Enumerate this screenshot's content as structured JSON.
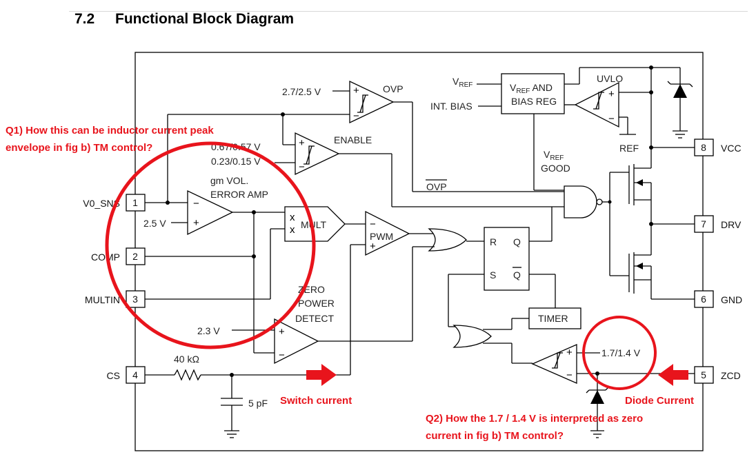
{
  "section": {
    "number": "7.2",
    "title": "Functional Block Diagram"
  },
  "labels": {
    "vref_in": "V",
    "vref_sub": "REF",
    "vref_and": "V",
    "vref_and_sub": "REF",
    "vref_and_tail": " AND",
    "bias_reg": "BIAS REG",
    "int_bias": "INT. BIAS",
    "uvlo": "UVLO",
    "ref": "REF",
    "ovp_thr": "2.7/2.5 V",
    "ovp": "OVP",
    "enable": "ENABLE",
    "en_thr1": "0.67/0.57 V",
    "en_thr2": "0.23/0.15 V",
    "ovp_bar": "OVP",
    "vref_good_v": "V",
    "vref_good_sub": "REF",
    "vref_good": "GOOD",
    "gm_amp_1": "gm VOL.",
    "gm_amp_2": "ERROR AMP",
    "ea_ref": "2.5 V",
    "mult": "MULT",
    "pwm": "PWM",
    "zpd_1": "ZERO",
    "zpd_2": "POWER",
    "zpd_3": "DETECT",
    "zpd_ref": "2.3 V",
    "timer": "TIMER",
    "zcd_thr": "1.7/1.4 V",
    "res": "40 kΩ",
    "cap": "5 pF",
    "r": "R",
    "s": "S",
    "q": "Q",
    "qbar": "Q"
  },
  "pins": [
    {
      "num": "1",
      "name": "V0_SNS"
    },
    {
      "num": "2",
      "name": "COMP"
    },
    {
      "num": "3",
      "name": "MULTIN"
    },
    {
      "num": "4",
      "name": "CS"
    },
    {
      "num": "8",
      "name": "VCC"
    },
    {
      "num": "7",
      "name": "DRV"
    },
    {
      "num": "6",
      "name": "GND"
    },
    {
      "num": "5",
      "name": "ZCD"
    }
  ],
  "annotations": {
    "q1_line1": "Q1) How this can be inductor current peak",
    "q1_line2": "envelope in fig b) TM control?",
    "switch_current": "Switch current",
    "diode_current": "Diode Current",
    "q2_line1": "Q2) How the 1.7 / 1.4 V is interpreted as zero",
    "q2_line2": "current in fig b) TM control?"
  },
  "colors": {
    "annotation": "#e8141c",
    "wire": "#000000"
  }
}
